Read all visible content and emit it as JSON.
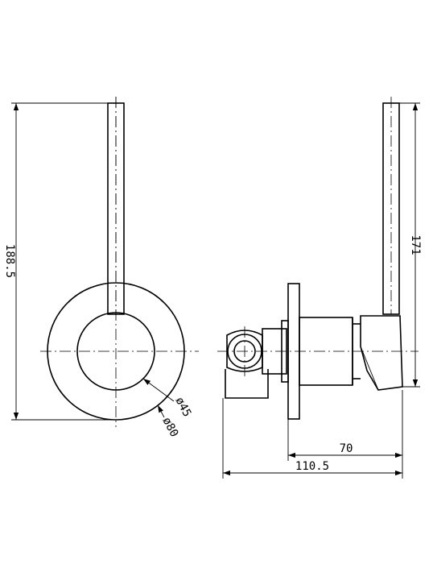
{
  "dimensions": {
    "front_height": "188.5",
    "outer_diameter": "ø80",
    "inner_diameter": "ø45",
    "side_height": "171",
    "side_depth_body": "70",
    "side_depth_total": "110.5"
  }
}
